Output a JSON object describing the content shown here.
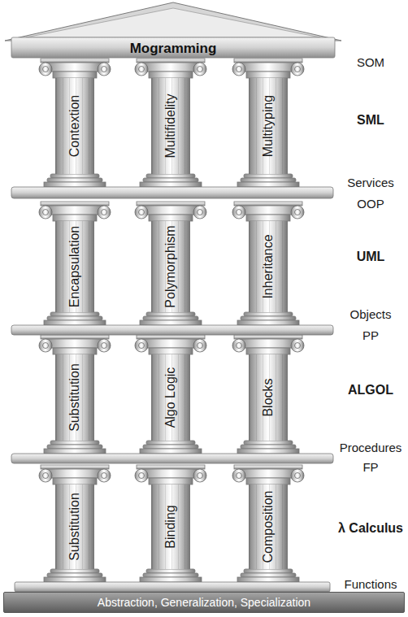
{
  "diagram": {
    "nodes": [
      {
        "text": [
          "Mogramming"
        ]
      },
      {
        "text": [
          "Contextion"
        ]
      },
      {
        "text": [
          "Multifidelity"
        ]
      },
      {
        "text": [
          "Multityping"
        ]
      },
      {
        "text": [
          "Encapsulation"
        ]
      },
      {
        "text": [
          "Polymorphism"
        ]
      },
      {
        "text": [
          "Inheritance"
        ]
      },
      {
        "text": [
          "Substitution"
        ]
      },
      {
        "text": [
          "Algo Logic"
        ]
      },
      {
        "text": [
          "Blocks"
        ]
      },
      {
        "text": [
          "Substitution"
        ]
      },
      {
        "text": [
          "Binding"
        ]
      },
      {
        "text": [
          "Composition"
        ]
      },
      {
        "text": [
          "Abstraction, Generalization, Specialization"
        ]
      }
    ],
    "labels": [
      "SOM",
      "SML",
      "Services",
      "OOP",
      "UML",
      "Objects",
      "PP",
      "ALGOL",
      "Procedures",
      "FP",
      "λ Calculus",
      "Functions"
    ]
  }
}
